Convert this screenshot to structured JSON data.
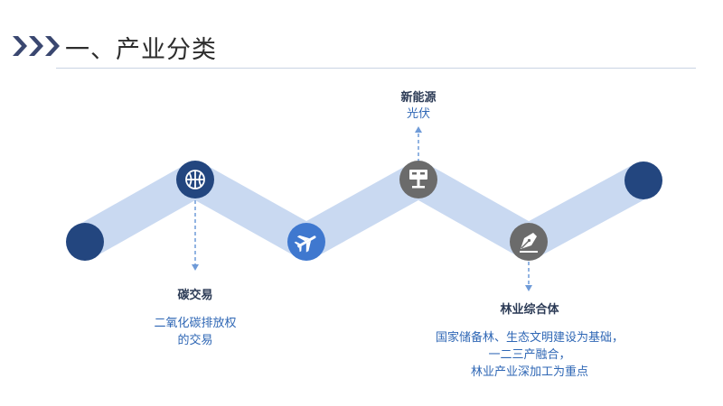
{
  "header": {
    "title": "一、产业分类",
    "chevron_color": "#3a4770"
  },
  "colors": {
    "band": "#c9d9f1",
    "dark_node": "#23467f",
    "blue_node": "#3f78cf",
    "gray_node": "#6b6b6b",
    "arrow": "#6f9bd8",
    "heading_text": "#2b3a55",
    "body_text": "#2f67b5"
  },
  "items": [
    {
      "icon": "basketball-icon",
      "heading": "碳交易",
      "lines": [
        "二氧化碳排放权",
        "的交易"
      ]
    },
    {
      "icon": "airplane-icon"
    },
    {
      "icon": "solar-panel-icon",
      "heading": "新能源",
      "lines": [
        "光伏"
      ]
    },
    {
      "icon": "pen-nib-icon",
      "heading": "林业综合体",
      "lines": [
        "国家储备林、生态文明建设为基础，",
        "一二三产融合，",
        "林业产业深加工为重点"
      ]
    }
  ]
}
